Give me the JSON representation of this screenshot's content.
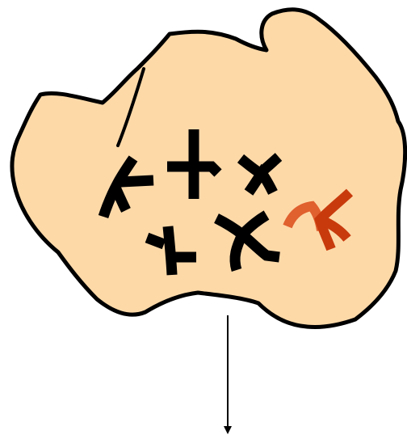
{
  "diagram": {
    "background_color": "#ffffff",
    "cell": {
      "fill_color": "#fdd9a8",
      "outline_color": "#000000"
    },
    "chromosomes": {
      "count": 6,
      "normal_color": "#000000",
      "highlighted_count": 1,
      "highlighted_colors": [
        "#e0602e",
        "#c83a0c"
      ]
    },
    "arrow": {
      "color": "#000000",
      "direction": "down"
    }
  }
}
